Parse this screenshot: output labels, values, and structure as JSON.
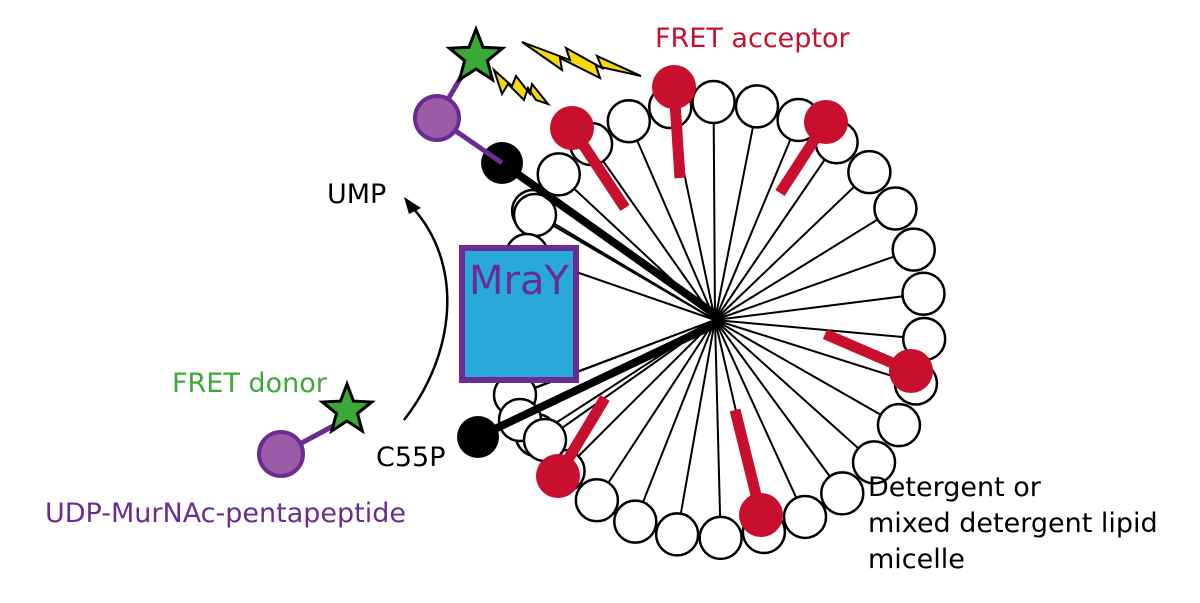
{
  "labels": {
    "fret_acceptor": "FRET acceptor",
    "ump": "UMP",
    "enzyme": "MraY",
    "fret_donor": "FRET donor",
    "c55p": "C55P",
    "substrate": "UDP-MurNAc-pentapeptide",
    "micelle_line1": "Detergent or",
    "micelle_line2": "mixed detergent lipid",
    "micelle_line3": "micelle"
  },
  "colors": {
    "fret_acceptor": "#c8102e",
    "fret_donor": "#3aa935",
    "substrate": "#6a2c91",
    "substrate_fill": "#9b5ba8",
    "enzyme_fill": "#29a8dc",
    "lightning": "#f5d90a",
    "black": "#000000"
  },
  "icons": [
    "star-icon",
    "lightning-bolt-icon",
    "curved-arrow-icon"
  ]
}
